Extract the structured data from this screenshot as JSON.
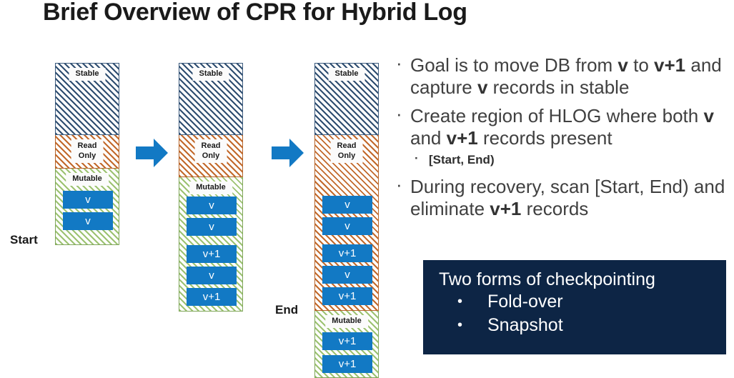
{
  "title": "Brief Overview of CPR for Hybrid Log",
  "colors": {
    "record_blue": "#1279c4",
    "arrow_blue": "#1279c4",
    "stable_hatch": "#2e4d70",
    "readonly_hatch": "#c2692b",
    "mutable_hatch": "#9cc271",
    "callout_bg": "#0d2545",
    "text": "#404040"
  },
  "labels": {
    "start": "Start",
    "end": "End",
    "stable": "Stable",
    "read_only": "Read\nOnly",
    "mutable": "Mutable"
  },
  "columns": [
    {
      "name": "column-1-start-state",
      "regions": [
        {
          "kind": "stable",
          "label": "Stable",
          "records": []
        },
        {
          "kind": "readonly",
          "label": "Read\nOnly",
          "records": []
        },
        {
          "kind": "mutable",
          "label": "Mutable",
          "records": [
            "v",
            "v"
          ]
        }
      ]
    },
    {
      "name": "column-2-mid-state",
      "regions": [
        {
          "kind": "stable",
          "label": "Stable",
          "records": []
        },
        {
          "kind": "readonly",
          "label": "Read\nOnly",
          "records": []
        },
        {
          "kind": "mutable",
          "label": "Mutable",
          "records": [
            "v",
            "v",
            "v+1",
            "v",
            "v+1"
          ]
        }
      ]
    },
    {
      "name": "column-3-end-state",
      "regions": [
        {
          "kind": "stable",
          "label": "Stable",
          "records": []
        },
        {
          "kind": "readonly",
          "label": "Read\nOnly",
          "records": [
            "v",
            "v",
            "v+1",
            "v",
            "v+1"
          ]
        },
        {
          "kind": "mutable",
          "label": "Mutable",
          "records": [
            "v+1",
            "v+1"
          ]
        }
      ]
    }
  ],
  "records": {
    "c1_r1": "v",
    "c1_r2": "v",
    "c2_r1": "v",
    "c2_r2": "v",
    "c2_r3": "v+1",
    "c2_r4": "v",
    "c2_r5": "v+1",
    "c3_r1": "v",
    "c3_r2": "v",
    "c3_r3": "v+1",
    "c3_r4": "v",
    "c3_r5": "v+1",
    "c3_r6": "v+1",
    "c3_r7": "v+1"
  },
  "bullets": {
    "b1_part1": "Goal is to move DB from ",
    "b1_v": "v",
    "b1_part2": " to ",
    "b1_vplus": "v+1",
    "b1_part3": " and capture ",
    "b1_v2": "v",
    "b1_part4": " records in stable",
    "b2_part1": "Create region of HLOG where both ",
    "b2_v": "v",
    "b2_part2": " and ",
    "b2_vplus": "v+1",
    "b2_part3": " records present",
    "b2_sub": "[Start, End)",
    "b3_part1": "During recovery, scan [Start, End) and eliminate ",
    "b3_vplus": "v+1",
    "b3_part2": " records"
  },
  "callout": {
    "heading": "Two forms of checkpointing",
    "items": [
      "Fold-over",
      "Snapshot"
    ]
  }
}
